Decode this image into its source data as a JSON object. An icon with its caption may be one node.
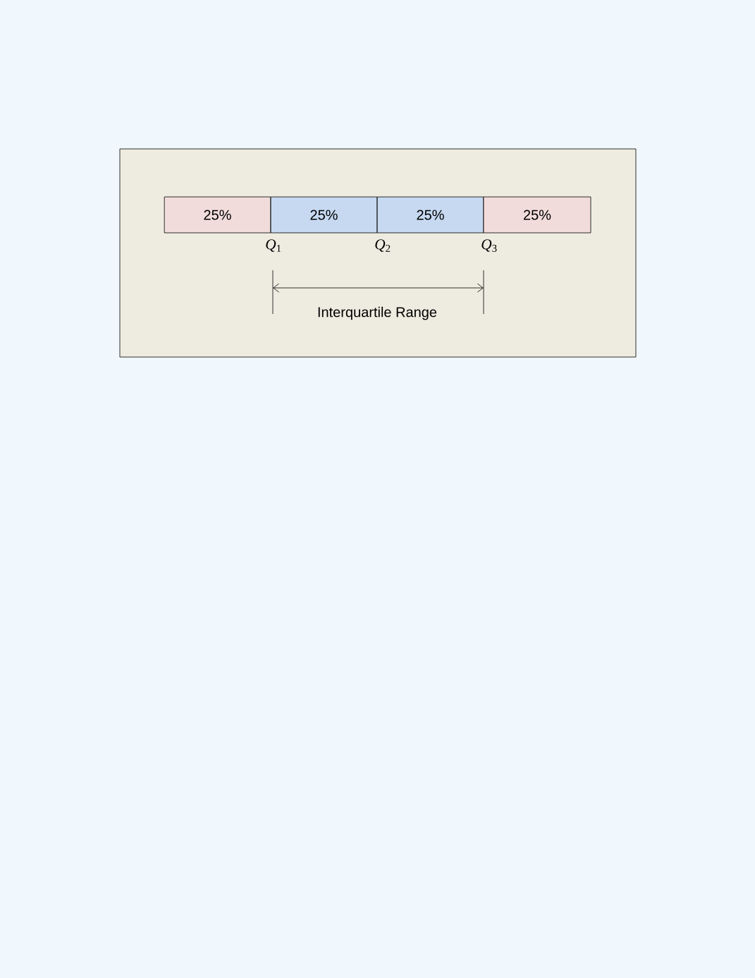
{
  "diagram": {
    "nodes": [
      {
        "text": [
          "25%"
        ]
      },
      {
        "text": [
          "25%"
        ]
      },
      {
        "text": [
          "25%"
        ]
      },
      {
        "text": [
          "25%"
        ]
      }
    ],
    "labels": [
      "*Q*$_{1}$",
      "*Q*$_{2}$",
      "*Q*$_{3}$",
      "Interquartile Range"
    ]
  }
}
